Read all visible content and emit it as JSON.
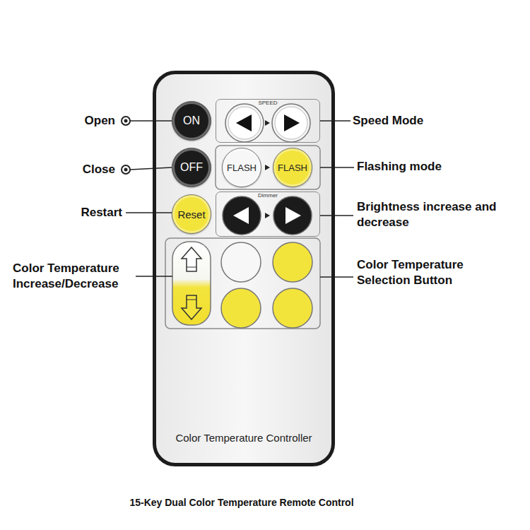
{
  "diagram": {
    "caption": "15-Key Dual Color Temperature Remote Control",
    "nodes": [
      {
        "text": [
          "Color Temperature Controller"
        ]
      },
      {
        "text": [
          "SPEED"
        ],
        "in": 0
      },
      {
        "text": [
          "ON"
        ],
        "in": 0
      },
      {
        "text": [
          "OFF"
        ],
        "in": 0
      },
      {
        "text": [
          "FLASH"
        ],
        "in": 0
      },
      {
        "text": [
          "FLASH"
        ],
        "in": 0
      },
      {
        "text": [
          "Reset"
        ],
        "in": 0
      },
      {
        "text": [
          "Dimmer"
        ],
        "in": 0
      }
    ],
    "labels": [
      "Open",
      "Close",
      "Restart",
      "Color Temperature Increase/Decrease",
      "Speed Mode",
      "Flashing mode",
      "Brightness increase and decrease",
      "Color Temperature Selection Button"
    ]
  }
}
